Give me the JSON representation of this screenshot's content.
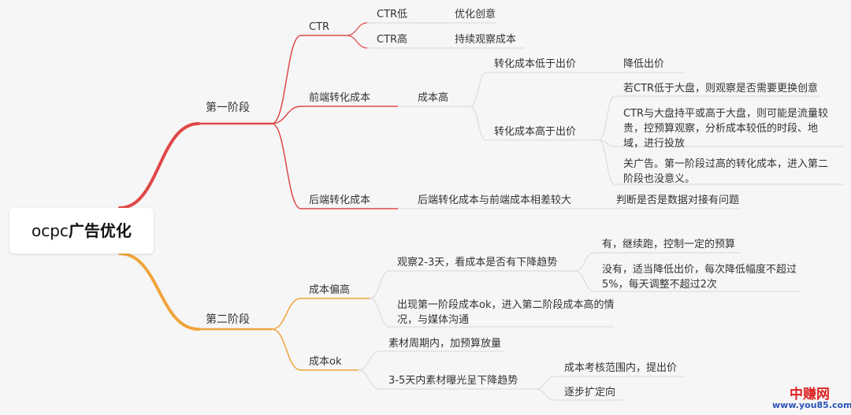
{
  "root": {
    "prefix": "ocpc",
    "suffix": "广告优化"
  },
  "colors": {
    "stage1": "#e04848",
    "stage2": "#f0a43c",
    "underline": "#d8d8d8",
    "text": "#333333"
  },
  "stage1": {
    "label": "第一阶段",
    "ctr": {
      "label": "CTR",
      "low": {
        "label": "CTR低",
        "action": "优化创意"
      },
      "high": {
        "label": "CTR高",
        "action": "持续观察成本"
      }
    },
    "front": {
      "label": "前端转化成本",
      "high_cost": "成本高",
      "below_bid": {
        "label": "转化成本低于出价",
        "action": "降低出价"
      },
      "above_bid": {
        "label": "转化成本高于出价",
        "opt1": "若CTR低于大盘，则观察是否需要更换创意",
        "opt2": "CTR与大盘持平或高于大盘，则可能是流量较贵，控预算观察，分析成本较低的时段、地域，进行投放",
        "opt3": "关广告。第一阶段过高的转化成本，进入第二阶段也没意义。"
      }
    },
    "back": {
      "label": "后端转化成本",
      "gap": "后端转化成本与前端成本相差较大",
      "check": "判断是否是数据对接有问题"
    }
  },
  "stage2": {
    "label": "第二阶段",
    "cost_high": {
      "label": "成本偏高",
      "observe": {
        "label": "观察2-3天，看成本是否有下降趋势",
        "yes": "有，继续跑，控制一定的预算",
        "no": "没有，适当降低出价，每次降低幅度不超过5%，每天调整不超过2次"
      },
      "ok_note": "出现第一阶段成本ok，进入第二阶段成本高的情况，与媒体沟通"
    },
    "cost_ok": {
      "label": "成本ok",
      "budget": "素材周期内，加预算放量",
      "decline": {
        "label": "3-5天内素材曝光呈下降趋势",
        "raise_bid": "成本考核范围内，提出价",
        "expand": "逐步扩定向"
      }
    }
  },
  "watermark": {
    "brand": "中赚网",
    "url": "www.you85.com"
  }
}
